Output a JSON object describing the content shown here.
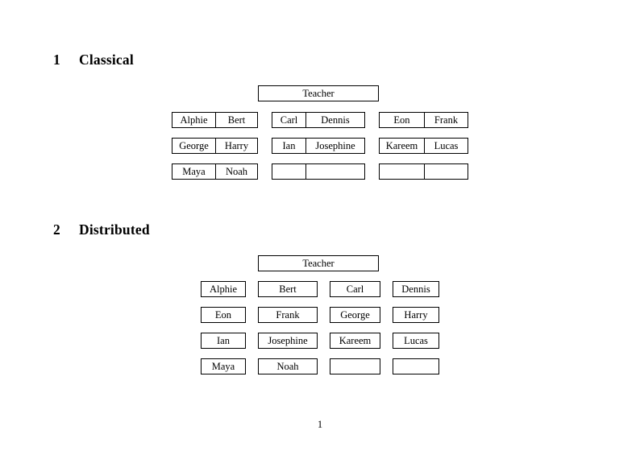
{
  "document": {
    "page_number": "1",
    "sections": [
      {
        "number": "1",
        "title": "Classical",
        "teacher_label": "Teacher",
        "layout": "paired",
        "groups": [
          {
            "rows": [
              {
                "cells": [
                  "Alphie",
                  "Bert"
                ]
              },
              {
                "cells": [
                  "George",
                  "Harry"
                ]
              },
              {
                "cells": [
                  "Maya",
                  "Noah"
                ]
              }
            ]
          },
          {
            "rows": [
              {
                "cells": [
                  "Carl",
                  "Dennis"
                ]
              },
              {
                "cells": [
                  "Ian",
                  "Josephine"
                ]
              },
              {
                "cells": [
                  "",
                  ""
                ]
              }
            ]
          },
          {
            "rows": [
              {
                "cells": [
                  "Eon",
                  "Frank"
                ]
              },
              {
                "cells": [
                  "Kareem",
                  "Lucas"
                ]
              },
              {
                "cells": [
                  "",
                  ""
                ]
              }
            ]
          }
        ]
      },
      {
        "number": "2",
        "title": "Distributed",
        "teacher_label": "Teacher",
        "layout": "individual",
        "rows": [
          {
            "cells": [
              "Alphie",
              "Bert",
              "Carl",
              "Dennis"
            ]
          },
          {
            "cells": [
              "Eon",
              "Frank",
              "George",
              "Harry"
            ]
          },
          {
            "cells": [
              "Ian",
              "Josephine",
              "Kareem",
              "Lucas"
            ]
          },
          {
            "cells": [
              "Maya",
              "Noah",
              "",
              ""
            ]
          }
        ]
      }
    ]
  },
  "colors": {
    "page_background": "#ffffff",
    "text": "#000000",
    "box_border": "#000000"
  }
}
